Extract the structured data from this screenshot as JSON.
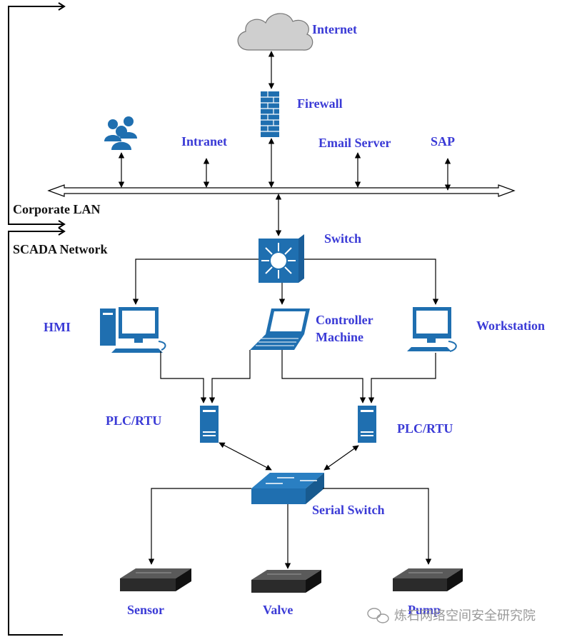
{
  "zones": {
    "corporate": "Corporate LAN",
    "scada": "SCADA Network"
  },
  "labels": {
    "internet": "Internet",
    "firewall": "Firewall",
    "intranet": "Intranet",
    "email_server": "Email Server",
    "sap": "SAP",
    "switch": "Switch",
    "hmi": "HMI",
    "controller_machine_line1": "Controller",
    "controller_machine_line2": "Machine",
    "workstation": "Workstation",
    "plc_rtu_left": "PLC/RTU",
    "plc_rtu_right": "PLC/RTU",
    "serial_switch": "Serial Switch",
    "sensor": "Sensor",
    "valve": "Valve",
    "pump": "Pump"
  },
  "watermark": {
    "text": "炼石网络空间安全研究院"
  },
  "colors": {
    "label": "#3a3ad6",
    "device_blue": "#1f6fb0",
    "cloud": "#d0d0d0",
    "zone_text": "#111111"
  }
}
